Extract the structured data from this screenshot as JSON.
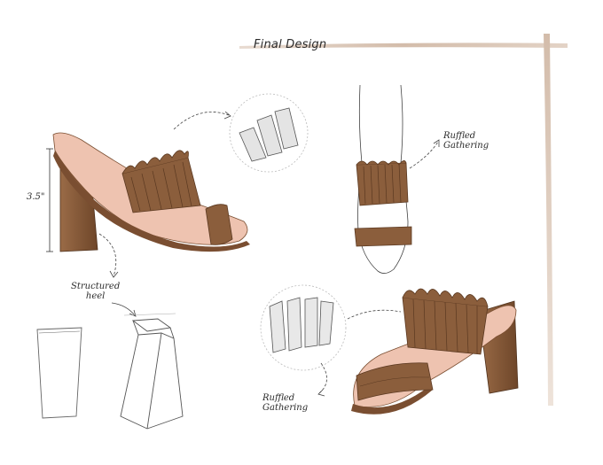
{
  "title": "Final Design",
  "labels": {
    "heel_height": "3.5\"",
    "structured_heel": "Structured\nheel",
    "ruffled_gathering_top": "Ruffled\nGathering",
    "ruffled_gathering_bottom": "Ruffled\nGathering"
  },
  "colors": {
    "leather": "#8b5e3c",
    "leather_dark": "#6b4429",
    "lining": "#eec3b0",
    "frame_line": "#d9c4b4",
    "sketch_line": "#555555"
  }
}
